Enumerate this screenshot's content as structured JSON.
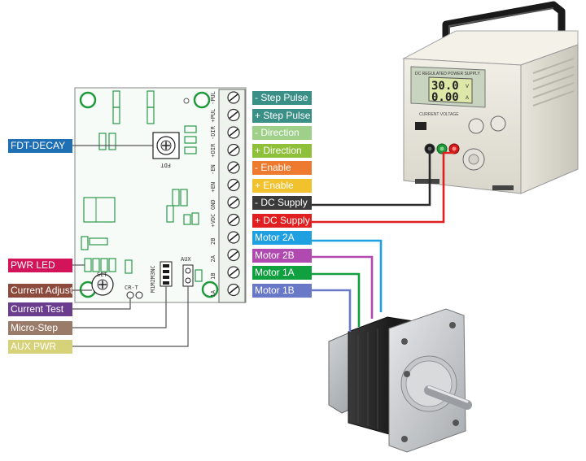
{
  "left_labels": [
    {
      "id": "fdt-decay",
      "text": "FDT-DECAY",
      "color": "#1f6fb5"
    },
    {
      "id": "pwr-led",
      "text": "PWR LED",
      "color": "#d4145a"
    },
    {
      "id": "current-adjust",
      "text": "Current Adjust",
      "color": "#8b4a3c"
    },
    {
      "id": "current-test",
      "text": "Current Test",
      "color": "#6a3d8f"
    },
    {
      "id": "micro-step",
      "text": "Micro-Step",
      "color": "#9a7a68"
    },
    {
      "id": "aux-pwr",
      "text": "AUX PWR",
      "color": "#d6d27a"
    }
  ],
  "right_labels": [
    {
      "id": "step-pulse-neg",
      "text": "- Step Pulse",
      "color": "#3a8f86"
    },
    {
      "id": "step-pulse-pos",
      "text": "+ Step Pulse",
      "color": "#3a8f86"
    },
    {
      "id": "direction-neg",
      "text": "- Direction",
      "color": "#9ed08a"
    },
    {
      "id": "direction-pos",
      "text": "+ Direction",
      "color": "#8ec03a"
    },
    {
      "id": "enable-neg",
      "text": "- Enable",
      "color": "#ee7a30"
    },
    {
      "id": "enable-pos",
      "text": "+ Enable",
      "color": "#f2c12e"
    },
    {
      "id": "dc-supply-neg",
      "text": "- DC Supply",
      "color": "#3a3a3a"
    },
    {
      "id": "dc-supply-pos",
      "text": "+ DC Supply",
      "color": "#e02020"
    },
    {
      "id": "motor-2a",
      "text": "Motor 2A",
      "color": "#1fa0e0"
    },
    {
      "id": "motor-2b",
      "text": "Motor 2B",
      "color": "#b04ab0"
    },
    {
      "id": "motor-1a",
      "text": "Motor 1A",
      "color": "#10a040"
    },
    {
      "id": "motor-1b",
      "text": "Motor 1B",
      "color": "#6a78c8"
    }
  ],
  "board_silkscreen": {
    "fdt": "FDT",
    "terminals": [
      "-PUL",
      "+PUL",
      "-DIR",
      "+DIR",
      "-EN",
      "+EN",
      "GND",
      "+VDC",
      "2B",
      "2A",
      "1B",
      "1A"
    ],
    "set": "SET",
    "cr_t": "CR-T",
    "ms_switch": "M1M2M3NC",
    "aux": "AUX",
    "led_tag": "+"
  },
  "power_supply": {
    "brand_text": "DC REGULATED POWER SUPPLY",
    "voltage_display": "30.0",
    "current_display": "0.00",
    "unit_v": "V",
    "unit_a": "A",
    "panel_text": "CURRENT  VOLTAGE"
  }
}
